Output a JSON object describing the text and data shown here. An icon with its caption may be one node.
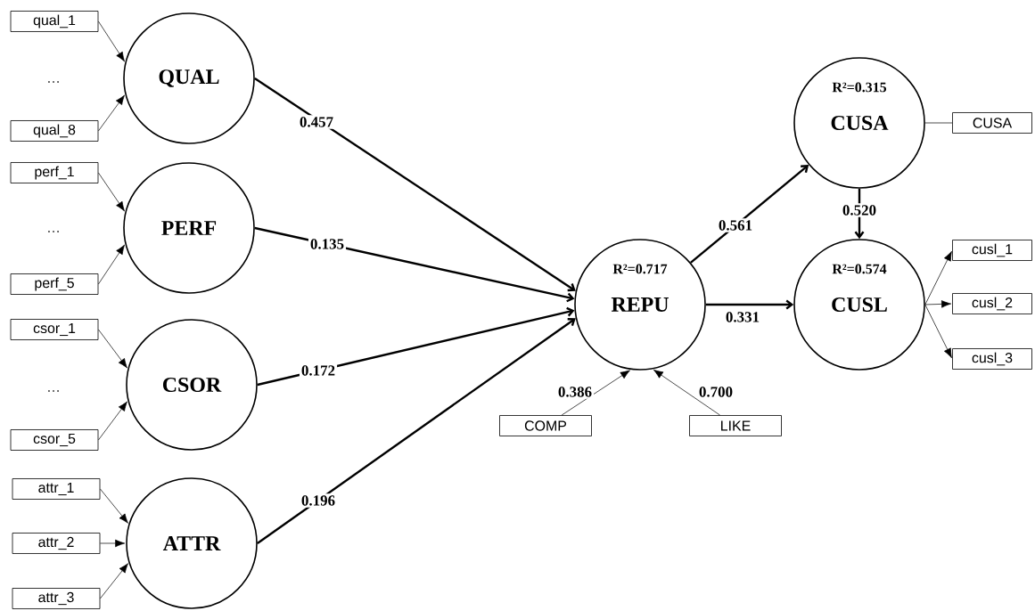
{
  "diagram": {
    "nodes": [
      {
        "text": [
          "qual_1"
        ]
      },
      {
        "text": [
          "QUAL"
        ]
      },
      {
        "text": [
          "qual_8"
        ]
      },
      {
        "text": [
          "perf_1"
        ]
      },
      {
        "text": [
          "PERF"
        ]
      },
      {
        "text": [
          "perf_5"
        ]
      },
      {
        "text": [
          "csor_1"
        ]
      },
      {
        "text": [
          "CSOR"
        ]
      },
      {
        "text": [
          "csor_5"
        ]
      },
      {
        "text": [
          "attr_1"
        ]
      },
      {
        "text": [
          "attr_2"
        ]
      },
      {
        "text": [
          "ATTR"
        ]
      },
      {
        "text": [
          "attr_3"
        ]
      },
      {
        "text": [
          "R²=0.717",
          "REPU"
        ]
      },
      {
        "text": [
          "R²=0.315",
          "CUSA"
        ]
      },
      {
        "text": [
          "CUSA"
        ]
      },
      {
        "text": [
          "R²=0.574",
          "CUSL"
        ]
      },
      {
        "text": [
          "cusl_1"
        ]
      },
      {
        "text": [
          "cusl_2"
        ]
      },
      {
        "text": [
          "cusl_3"
        ]
      },
      {
        "text": [
          "COMP"
        ]
      },
      {
        "text": [
          "LIKE"
        ]
      }
    ],
    "edges": [
      {
        "from": 0,
        "to": 1,
        "arrow": "to"
      },
      {
        "from": 2,
        "to": 1,
        "arrow": "to"
      },
      {
        "from": 3,
        "to": 4,
        "arrow": "to"
      },
      {
        "from": 5,
        "to": 4,
        "arrow": "to"
      },
      {
        "from": 6,
        "to": 7,
        "arrow": "to"
      },
      {
        "from": 8,
        "to": 7,
        "arrow": "to"
      },
      {
        "from": 9,
        "to": 11,
        "arrow": "to"
      },
      {
        "from": 10,
        "to": 11,
        "arrow": "to"
      },
      {
        "from": 12,
        "to": 11,
        "arrow": "to"
      },
      {
        "from": 1,
        "to": 13,
        "arrow": "to",
        "label": "0.457"
      },
      {
        "from": 4,
        "to": 13,
        "arrow": "to",
        "label": "0.135"
      },
      {
        "from": 7,
        "to": 13,
        "arrow": "to",
        "label": "0.172"
      },
      {
        "from": 11,
        "to": 13,
        "arrow": "to",
        "label": "0.196"
      },
      {
        "from": 13,
        "to": 14,
        "arrow": "to",
        "label": "0.561"
      },
      {
        "from": 13,
        "to": 16,
        "arrow": "to",
        "label": "0.331"
      },
      {
        "from": 14,
        "to": 16,
        "arrow": "to",
        "label": "0.520"
      },
      {
        "from": 14,
        "to": 15,
        "arrow": "none"
      },
      {
        "from": 16,
        "to": 17,
        "arrow": "to"
      },
      {
        "from": 16,
        "to": 18,
        "arrow": "to"
      },
      {
        "from": 16,
        "to": 19,
        "arrow": "to"
      },
      {
        "from": 20,
        "to": 13,
        "arrow": "to",
        "label": "0.386"
      },
      {
        "from": 21,
        "to": 13,
        "arrow": "to",
        "label": "0.700"
      }
    ],
    "labels": [
      "…",
      "…",
      "…"
    ]
  }
}
